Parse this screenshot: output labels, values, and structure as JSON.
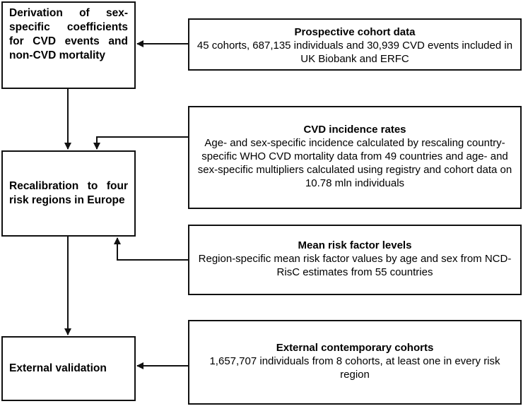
{
  "left_boxes": [
    {
      "text": "Derivation of sex-specific coefficients for CVD events and non-CVD mortality"
    },
    {
      "text": "Recalibration to four risk regions in Europe"
    },
    {
      "text": "External validation"
    }
  ],
  "right_boxes": [
    {
      "title": "Prospective cohort data",
      "body": "45 cohorts, 687,135 individuals and 30,939 CVD events included in UK Biobank and ERFC"
    },
    {
      "title": "CVD incidence rates",
      "body": "Age- and sex-specific incidence calculated by rescaling country-specific WHO CVD mortality data from 49 countries and age- and sex-specific multipliers calculated using registry and cohort data on 10.78 mln individuals"
    },
    {
      "title": "Mean risk factor levels",
      "body": "Region-specific mean risk factor values by age and sex from NCD-RisC estimates from 55 countries"
    },
    {
      "title": "External contemporary cohorts",
      "body": "1,657,707 individuals from 8 cohorts, at least one in every risk region"
    }
  ]
}
